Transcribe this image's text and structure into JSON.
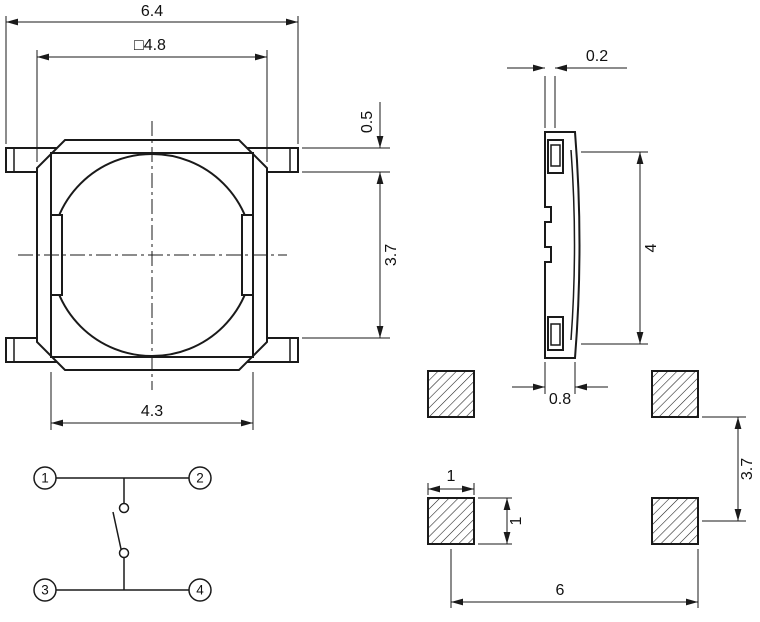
{
  "colors": {
    "line": "#1a1a1a",
    "background": "#ffffff"
  },
  "top_view": {
    "overall_width": "6.4",
    "body_width": "□4.8",
    "inner_width": "4.3",
    "lead_width": "0.5",
    "lead_pitch": "3.7"
  },
  "side_view": {
    "lead_thickness": "0.2",
    "contact_span": "4",
    "body_thickness": "0.8"
  },
  "schematic": {
    "pins": [
      "1",
      "2",
      "3",
      "4"
    ]
  },
  "land_pattern": {
    "pad_width": "1",
    "pad_height": "1",
    "row_pitch": "3.7",
    "column_pitch": "6"
  }
}
